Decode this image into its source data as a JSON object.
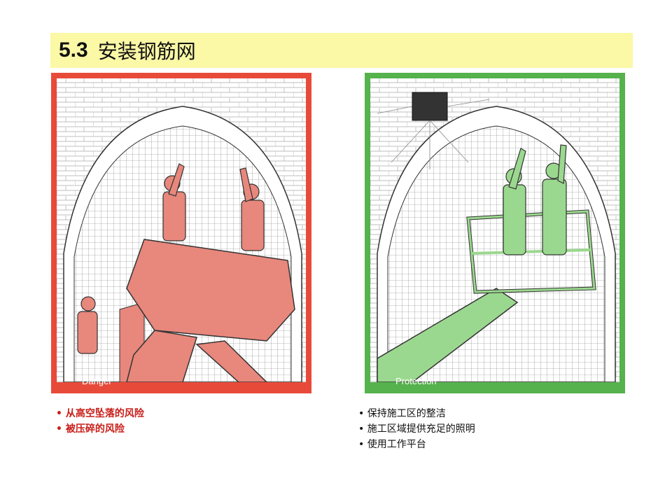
{
  "title": {
    "number": "5.3",
    "text": "安装钢筋网"
  },
  "danger": {
    "label": "Danger",
    "color": "#e84a3a",
    "bullets": [
      "从高空坠落的风险",
      "被压碎的风险"
    ]
  },
  "protection": {
    "label": "Protection",
    "color": "#55b24c",
    "bullets": [
      "保持施工区的整洁",
      "施工区域提供充足的照明",
      "使用工作平台"
    ]
  }
}
